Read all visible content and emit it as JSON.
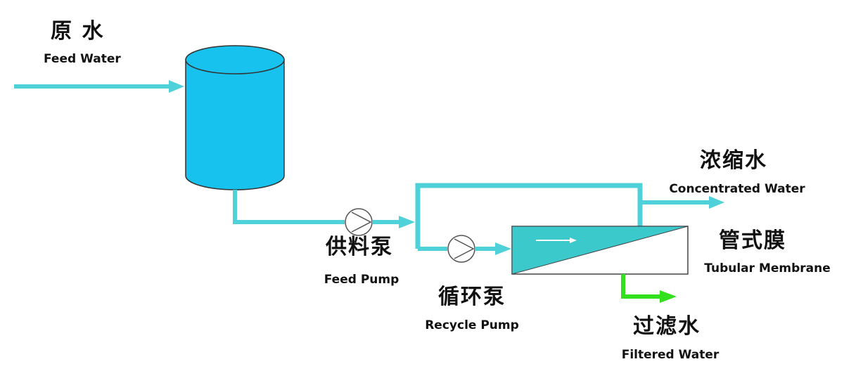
{
  "labels": {
    "feed_water": {
      "zh": "原 水",
      "en": "Feed  Water"
    },
    "feed_pump": {
      "zh": "供料泵",
      "en": "Feed Pump"
    },
    "recycle_pump": {
      "zh": "循环泵",
      "en": "Recycle Pump"
    },
    "concentrated": {
      "zh": "浓缩水",
      "en": "Concentrated Water"
    },
    "membrane": {
      "zh": "管式膜",
      "en": "Tubular Membrane"
    },
    "filtered": {
      "zh": "过滤水",
      "en": "Filtered Water"
    }
  },
  "colors": {
    "pipe": "#4FD1D9",
    "tank": "#17C3EE",
    "membrane_fill": "#3CC9CB",
    "filtered_pipe": "#33E01D",
    "outline": "#333333"
  }
}
